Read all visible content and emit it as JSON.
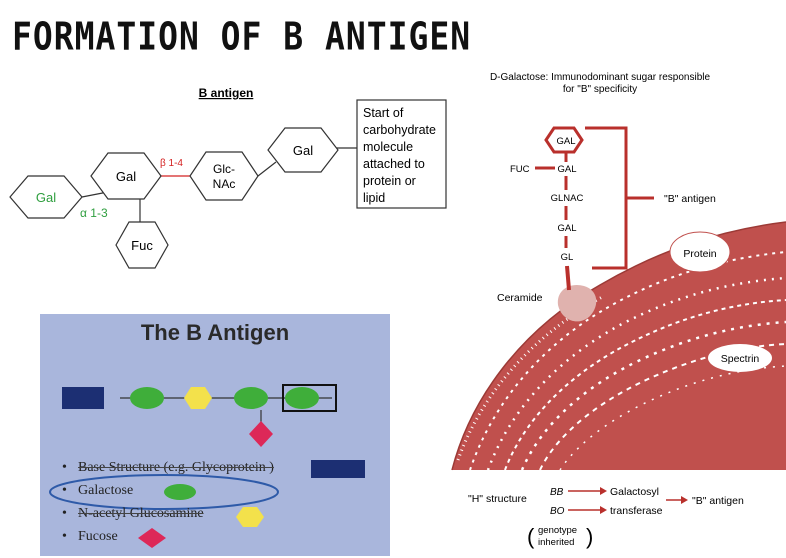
{
  "page_title": "FORMATION OF B ANTIGEN",
  "top_diagram": {
    "heading": "B antigen",
    "nodes": {
      "gal_left": "Gal",
      "gal_center": "Gal",
      "glcnac_line1": "Glc-",
      "glcnac_line2": "NAc",
      "gal_right": "Gal",
      "fuc": "Fuc"
    },
    "link_alpha": "α 1-3",
    "link_beta": "β 1-4",
    "note_lines": [
      "Start of",
      "carbohydrate",
      "molecule",
      "attached to",
      "protein or",
      "lipid"
    ]
  },
  "membrane_diagram": {
    "caption_line1": "D-Galactose: Immunodominant sugar responsible",
    "caption_line2": "for \"B\" specificity",
    "chain": [
      "GAL",
      "GAL",
      "GLNAC",
      "GAL",
      "GL"
    ],
    "fuc": "FUC",
    "b_antigen_label": "\"B\" antigen",
    "protein": "Protein",
    "ceramide": "Ceramide",
    "spectrin": "Spectrin",
    "pathway": {
      "h_structure": "\"H\" structure",
      "bb": "BB",
      "bo": "BO",
      "enzyme_line1": "Galactosyl",
      "enzyme_line2": "transferase",
      "result": "\"B\" antigen",
      "genotype_line1": "genotype",
      "genotype_line2": "inherited"
    }
  },
  "slide": {
    "heading": "The B Antigen",
    "legend": [
      {
        "label": "Base Structure (e.g. Glycoprotein )",
        "shape": "rectangle",
        "color": "#1c2f73"
      },
      {
        "label": "Galactose",
        "shape": "ellipse",
        "color": "#3fae3a"
      },
      {
        "label": "N-acetyl Glucosamine",
        "shape": "hexagon",
        "color": "#f3e14b"
      },
      {
        "label": "Fucose",
        "shape": "diamond",
        "color": "#dd2858"
      }
    ]
  },
  "colors": {
    "antigen_red": "#b9302c",
    "membrane_red": "#c0504d",
    "green_link": "#2e9e3e"
  }
}
